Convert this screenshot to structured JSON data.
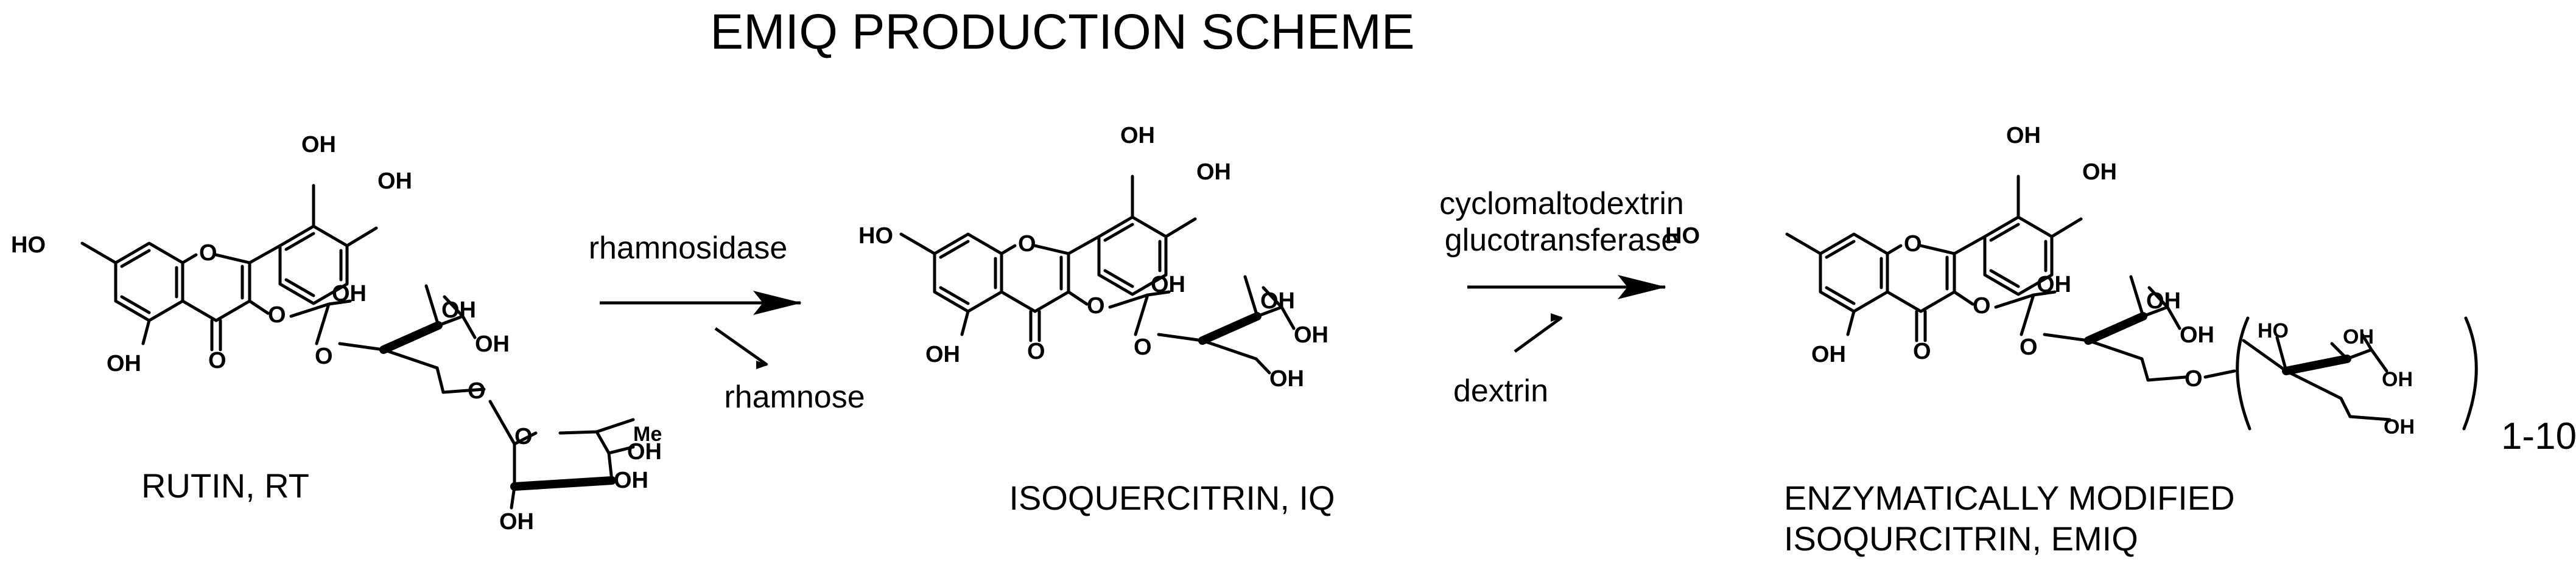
{
  "title": "EMIQ PRODUCTION SCHEME",
  "compounds": {
    "rutin": {
      "label": "RUTIN, RT"
    },
    "isoquercitrin": {
      "label": "ISOQUERCITRIN, IQ"
    },
    "emiq": {
      "label_line1": "ENZYMATICALLY MODIFIED",
      "label_line2": "ISOQURCITRIN, EMIQ",
      "repeat": "1-10"
    }
  },
  "reactions": {
    "step1": {
      "enzyme": "rhamnosidase",
      "byproduct": "rhamnose"
    },
    "step2": {
      "enzyme_line1": "cyclomaltodextrin",
      "enzyme_line2": "glucotransferase",
      "substrate": "dextrin"
    }
  },
  "atoms": {
    "oh": "OH",
    "ho": "HO",
    "o": "O",
    "me": "Me"
  }
}
